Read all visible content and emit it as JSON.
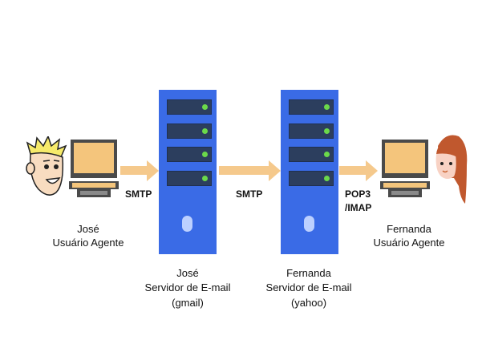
{
  "left_user": {
    "name": "José",
    "role": "Usuário Agente"
  },
  "right_user": {
    "name": "Fernanda",
    "role": "Usuário Agente"
  },
  "left_server": {
    "name": "José",
    "role": "Servidor de E-mail",
    "provider": "(gmail)"
  },
  "right_server": {
    "name": "Fernanda",
    "role": "Servidor de E-mail",
    "provider": "(yahoo)"
  },
  "protocols": {
    "user_to_server": "SMTP",
    "server_to_server": "SMTP",
    "server_to_user_line1": "POP3",
    "server_to_user_line2": "/IMAP"
  },
  "colors": {
    "server_body": "#3a6be6",
    "server_slot": "#2c3e5e",
    "led": "#6bd94a",
    "arrow": "#f5c98c",
    "monitor_frame": "#4a4a4a",
    "monitor_screen": "#f4c57c"
  }
}
